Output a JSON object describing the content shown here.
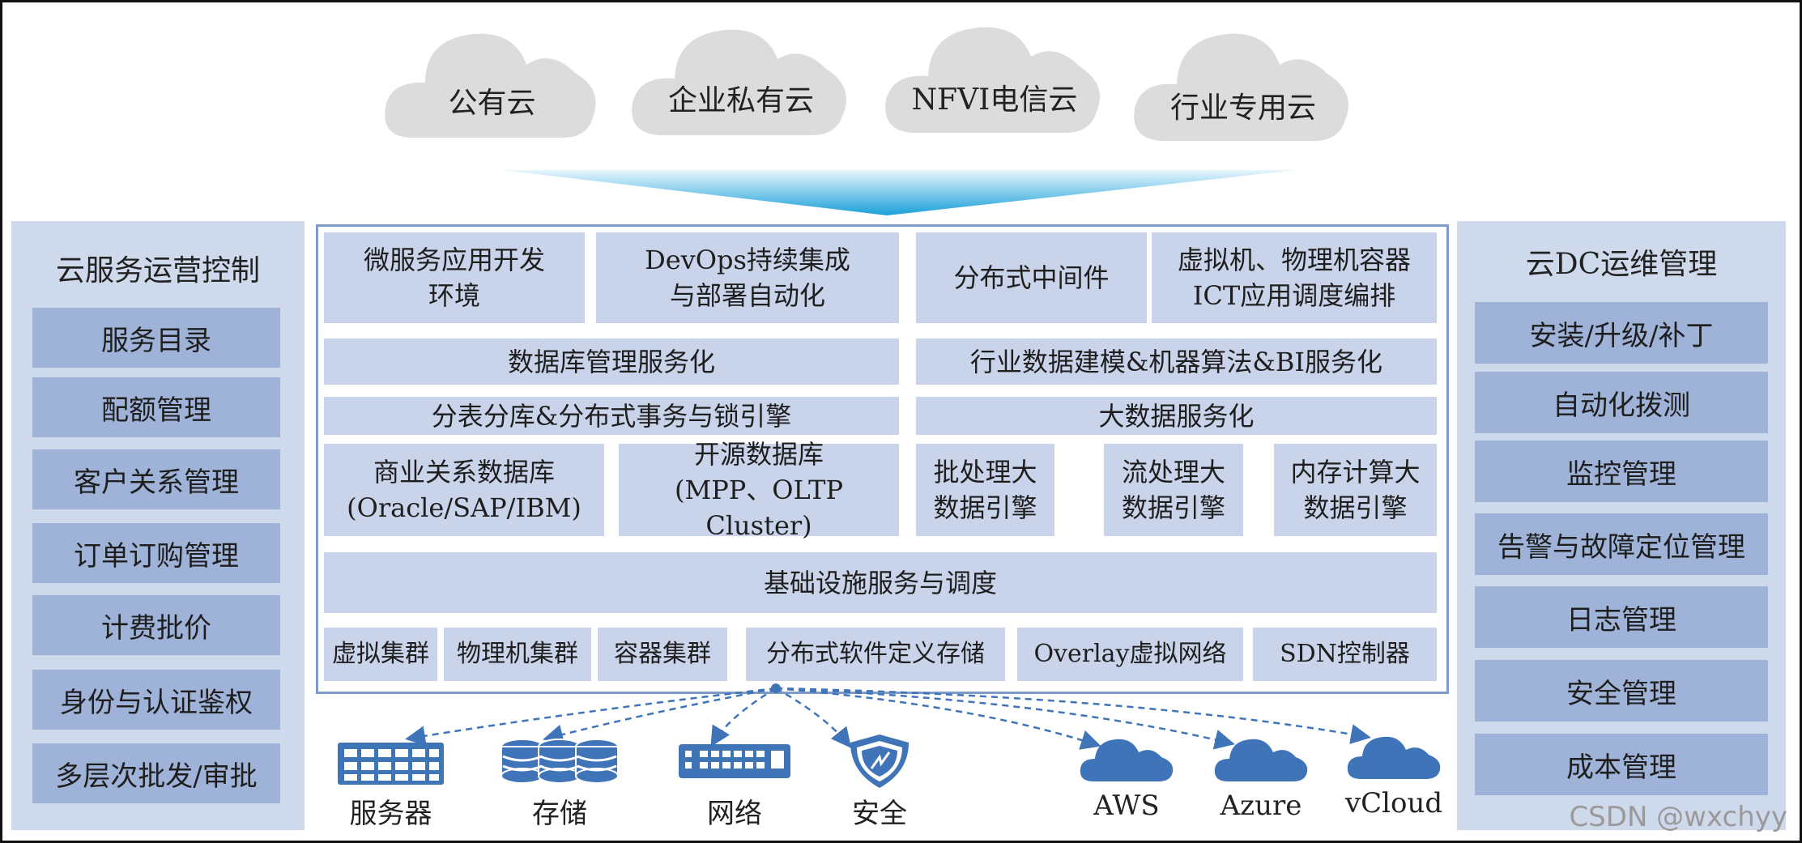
{
  "top_clouds": [
    {
      "label": "公有云"
    },
    {
      "label": "企业私有云"
    },
    {
      "label": "NFVI电信云"
    },
    {
      "label": "行业专用云"
    }
  ],
  "left_panel": {
    "title": "云服务运营控制",
    "items": [
      "服务目录",
      "配额管理",
      "客户关系管理",
      "订单订购管理",
      "计费批价",
      "身份与认证鉴权",
      "多层次批发/审批"
    ]
  },
  "right_panel": {
    "title": "云DC运维管理",
    "items": [
      "安装/升级/补丁",
      "自动化拨测",
      "监控管理",
      "告警与故障定位管理",
      "日志管理",
      "安全管理",
      "成本管理"
    ]
  },
  "center": {
    "row1": [
      "微服务应用开发\n环境",
      "DevOps持续集成\n与部署自动化",
      "分布式中间件",
      "虚拟机、物理机容器\nICT应用调度编排"
    ],
    "row2": [
      "数据库管理服务化",
      "行业数据建模&机器算法&BI服务化"
    ],
    "row3": [
      "分表分库&分布式事务与锁引擎",
      "大数据服务化"
    ],
    "row4": [
      "商业关系数据库\n(Oracle/SAP/IBM)",
      "开源数据库\n(MPP、OLTP Cluster)",
      "批处理大\n数据引擎",
      "流处理大\n数据引擎",
      "内存计算大\n数据引擎"
    ],
    "row5": "基础设施服务与调度",
    "row6": [
      "虚拟集群",
      "物理机集群",
      "容器集群",
      "分布式软件定义存储",
      "Overlay虚拟网络",
      "SDN控制器"
    ]
  },
  "resources": [
    {
      "label": "服务器",
      "icon": "server-rack-icon"
    },
    {
      "label": "存储",
      "icon": "storage-disk-icon"
    },
    {
      "label": "网络",
      "icon": "network-switch-icon"
    },
    {
      "label": "安全",
      "icon": "security-shield-icon"
    },
    {
      "label": "AWS",
      "icon": "cloud-icon"
    },
    {
      "label": "Azure",
      "icon": "cloud-icon"
    },
    {
      "label": "vCloud",
      "icon": "cloud-icon"
    }
  ],
  "watermark": "CSDN @wxchyy",
  "colors": {
    "panel_bg": "#cfd9ec",
    "panel_box": "#9fb3d8",
    "center_box": "#c9d4ea",
    "center_border": "#7f9bc9",
    "icon_blue": "#3f74b8",
    "cloud_gray": "#dcdcdc",
    "funnel_cyan": "#1aa0d8"
  }
}
